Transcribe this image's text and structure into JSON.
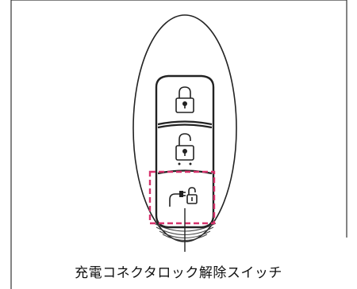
{
  "figure": {
    "callout_text": "充電コネクタロック解除スイッチ",
    "buttons": [
      {
        "icon": "padlock-closed-icon",
        "role": "lock"
      },
      {
        "icon": "padlock-open-icon",
        "role": "unlock"
      },
      {
        "icon": "charge-connector-unlock-icon",
        "role": "charge-connector-lock-release",
        "highlighted": true
      }
    ],
    "colors": {
      "highlight_dash": "#d6336c",
      "outline": "#222222",
      "frame": "#333333"
    }
  }
}
